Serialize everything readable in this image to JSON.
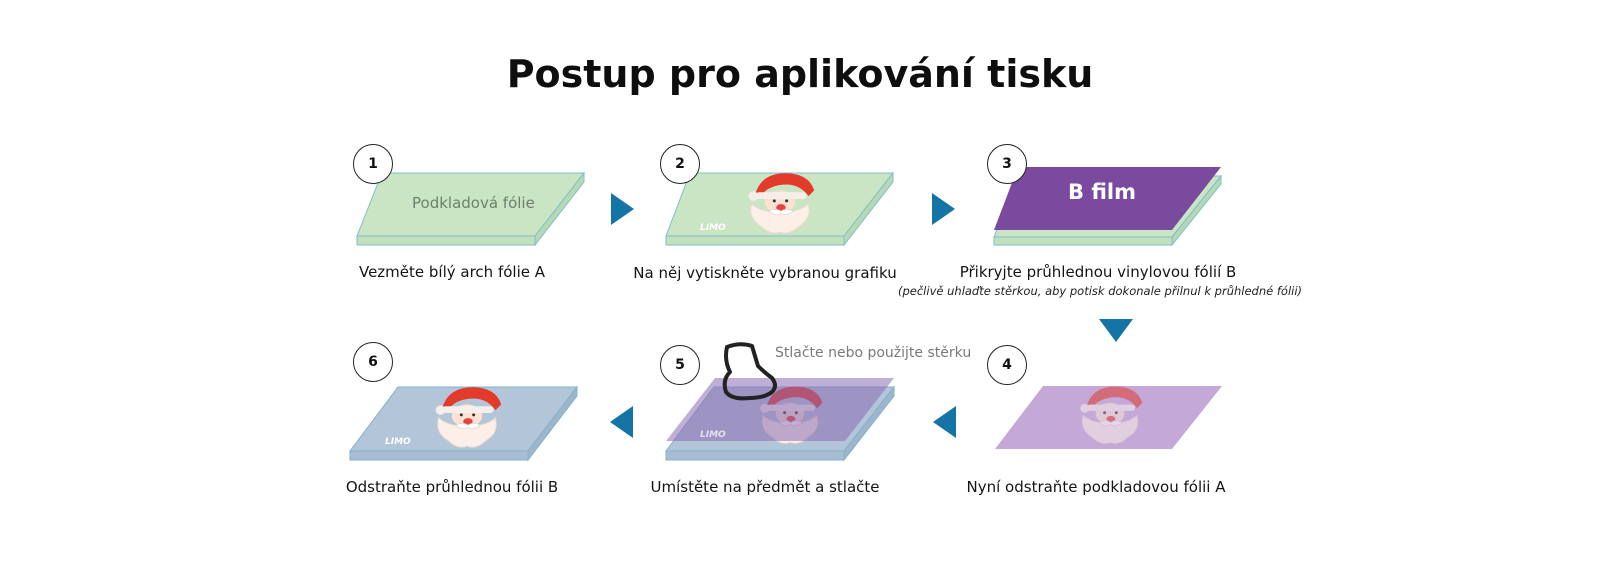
{
  "title": "Postup pro aplikování tisku",
  "colors": {
    "green_sheet": "#c9e5c4",
    "green_edge": "#7fbfcf",
    "blue_sheet": "#b3c5d8",
    "purple_film": "#7a4a9e",
    "light_purple": "#c3a8d8",
    "arrow": "#1474a6"
  },
  "steps": [
    {
      "number": "1",
      "caption": "Vezměte bílý arch fólie A",
      "sheet_label": "Podkladová fólie"
    },
    {
      "number": "2",
      "caption": "Na něj vytiskněte vybranou grafiku"
    },
    {
      "number": "3",
      "caption": "Přikryjte průhlednou vinylovou fólií B",
      "note": "(pečlivě uhlaďte stěrkou, aby potisk dokonale přilnul k průhledné fólii)",
      "film_label": "B film"
    },
    {
      "number": "4",
      "caption": "Nyní odstraňte podkladovou fólii A"
    },
    {
      "number": "5",
      "caption": "Umístěte na předmět a stlačte",
      "hint": "Stlačte nebo použijte stěrku"
    },
    {
      "number": "6",
      "caption": "Odstraňte průhlednou fólii B"
    }
  ],
  "icons": [
    "arrow-right-icon",
    "arrow-down-icon",
    "arrow-left-icon",
    "santa-icon",
    "hand-press-icon"
  ]
}
